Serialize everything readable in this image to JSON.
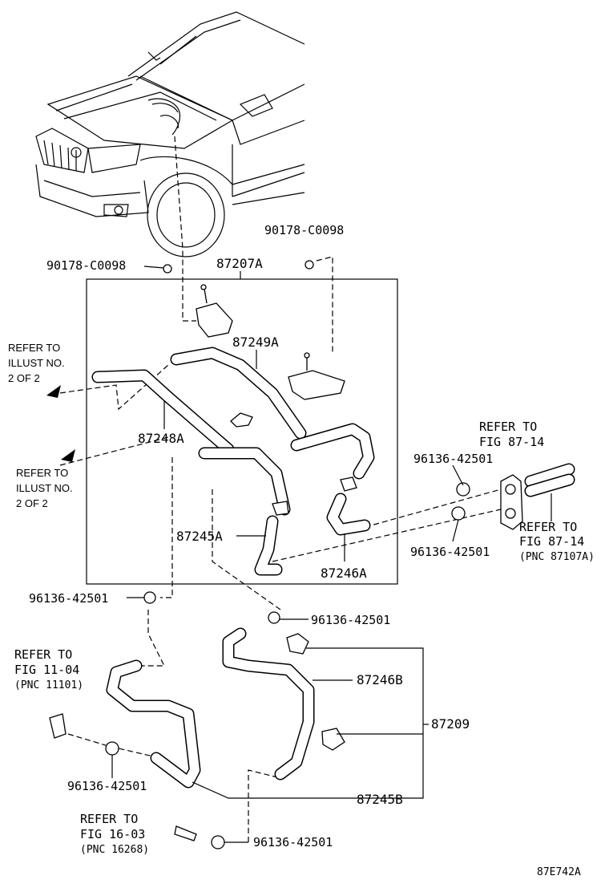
{
  "labels": {
    "clip_top_right": "90178-C0098",
    "clip_top_left": "90178-C0098",
    "assembly_main": "87207A",
    "hose_87249a": "87249A",
    "hose_87248a": "87248A",
    "hose_87245a": "87245A",
    "hose_87246a": "87246A",
    "clamp_r1": "96136-42501",
    "clamp_r2": "96136-42501",
    "clamp_mid_left": "96136-42501",
    "clamp_mid_right": "96136-42501",
    "hose_87246b": "87246B",
    "assembly_87209": "87209",
    "clamp_lower_left": "96136-42501",
    "hose_87245b": "87245B",
    "clamp_bottom": "96136-42501",
    "diagram_code": "87E742A"
  },
  "refs": {
    "illust_upper": [
      "REFER TO",
      "ILLUST NO.",
      "2 OF 2"
    ],
    "illust_lower": [
      "REFER TO",
      "ILLUST NO.",
      "2 OF 2"
    ],
    "fig_87_14_a": [
      "REFER TO",
      "FIG 87-14"
    ],
    "fig_87_14_b": [
      "REFER TO",
      "FIG 87-14",
      "(PNC 87107A)"
    ],
    "fig_11_04": [
      "REFER TO",
      "FIG 11-04",
      "(PNC 11101)"
    ],
    "fig_16_03": [
      "REFER TO",
      "FIG 16-03",
      "(PNC 16268)"
    ]
  }
}
